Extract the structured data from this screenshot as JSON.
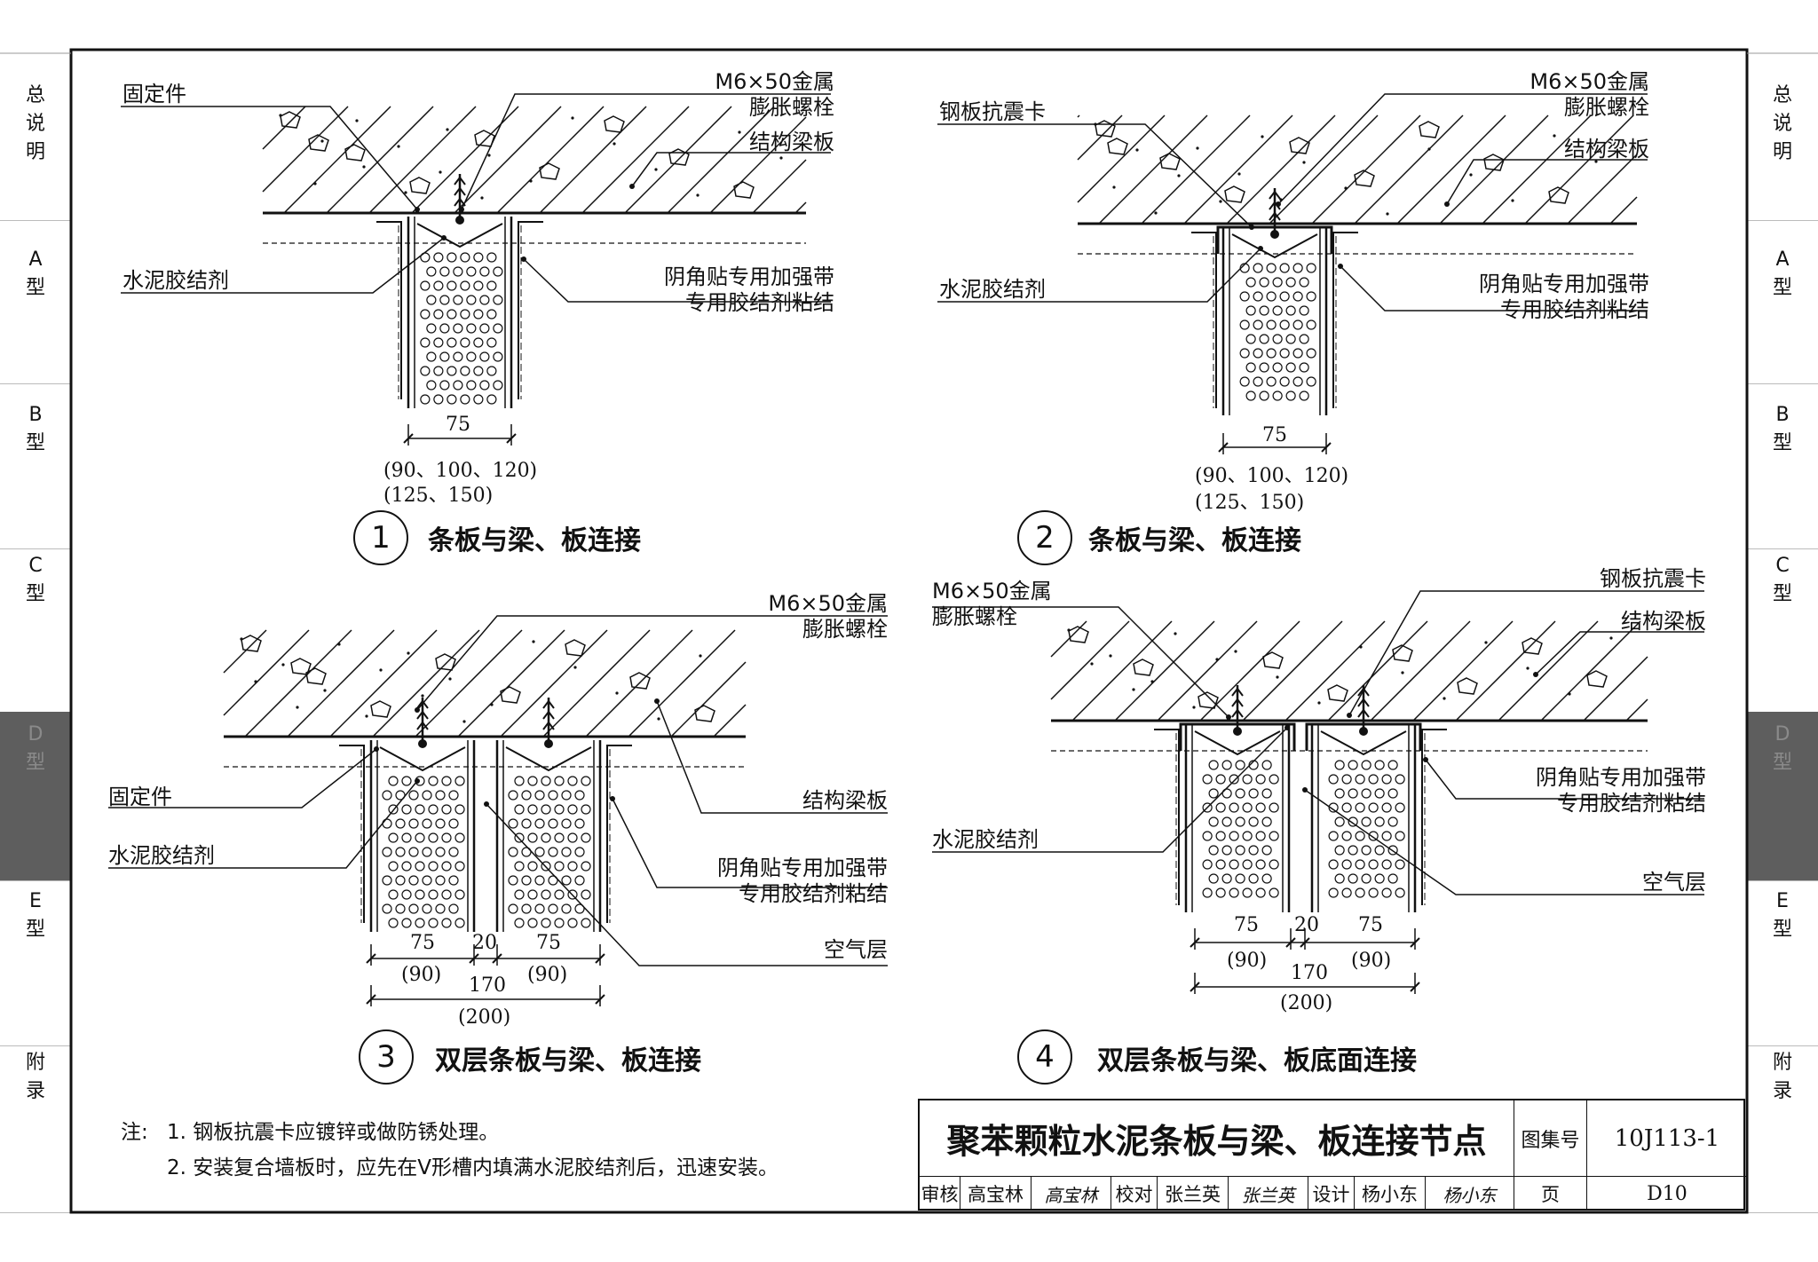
{
  "side_tabs": [
    {
      "label": "总\n说\n明",
      "active": false
    },
    {
      "label": "A\n型",
      "active": false
    },
    {
      "label": "B\n型",
      "active": false
    },
    {
      "label": "C\n型",
      "active": false
    },
    {
      "label": "D\n型",
      "active": true
    },
    {
      "label": "E\n型",
      "active": false
    },
    {
      "label": "附\n录",
      "active": false
    }
  ],
  "details": {
    "d1": {
      "num": "1",
      "caption": "条板与梁、板连接",
      "labels": {
        "fastener": "固定件",
        "bolt": "M6×50金属\n膨胀螺栓",
        "beam": "结构梁板",
        "cement": "水泥胶结剂",
        "tape": "阴角贴专用加强带\n专用胶结剂粘结"
      },
      "dims": {
        "w": "75",
        "alt1": "(90、100、120)",
        "alt2": "(125、150)"
      }
    },
    "d2": {
      "num": "2",
      "caption": "条板与梁、板连接",
      "labels": {
        "clip": "钢板抗震卡",
        "bolt": "M6×50金属\n膨胀螺栓",
        "beam": "结构梁板",
        "cement": "水泥胶结剂",
        "tape": "阴角贴专用加强带\n专用胶结剂粘结"
      },
      "dims": {
        "w": "75",
        "alt1": "(90、100、120)",
        "alt2": "(125、150)"
      }
    },
    "d3": {
      "num": "3",
      "caption": "双层条板与梁、板连接",
      "labels": {
        "bolt": "M6×50金属\n膨胀螺栓",
        "fastener": "固定件",
        "beam": "结构梁板",
        "cement": "水泥胶结剂",
        "tape": "阴角贴专用加强带\n专用胶结剂粘结",
        "air": "空气层"
      },
      "dims": {
        "a": "75",
        "gap": "20",
        "b": "75",
        "a_alt": "(90)",
        "b_alt": "(90)",
        "total": "170",
        "total_alt": "(200)"
      }
    },
    "d4": {
      "num": "4",
      "caption": "双层条板与梁、板底面连接",
      "labels": {
        "bolt": "M6×50金属\n膨胀螺栓",
        "clip": "钢板抗震卡",
        "beam": "结构梁板",
        "cement": "水泥胶结剂",
        "tape": "阴角贴专用加强带\n专用胶结剂粘结",
        "air": "空气层"
      },
      "dims": {
        "a": "75",
        "gap": "20",
        "b": "75",
        "a_alt": "(90)",
        "b_alt": "(90)",
        "total": "170",
        "total_alt": "(200)"
      }
    }
  },
  "notes": {
    "prefix": "注:",
    "n1": "1. 钢板抗震卡应镀锌或做防锈处理。",
    "n2": "2. 安装复合墙板时，应先在V形槽内填满水泥胶结剂后，迅速安装。"
  },
  "title_block": {
    "title": "聚苯颗粒水泥条板与梁、板连接节点",
    "atlas_label": "图集号",
    "atlas_no": "10J113-1",
    "review_label": "审核",
    "reviewer": "高宝林",
    "check_label": "校对",
    "checker": "张兰英",
    "design_label": "设计",
    "designer": "杨小东",
    "page_label": "页",
    "page_no": "D10"
  }
}
